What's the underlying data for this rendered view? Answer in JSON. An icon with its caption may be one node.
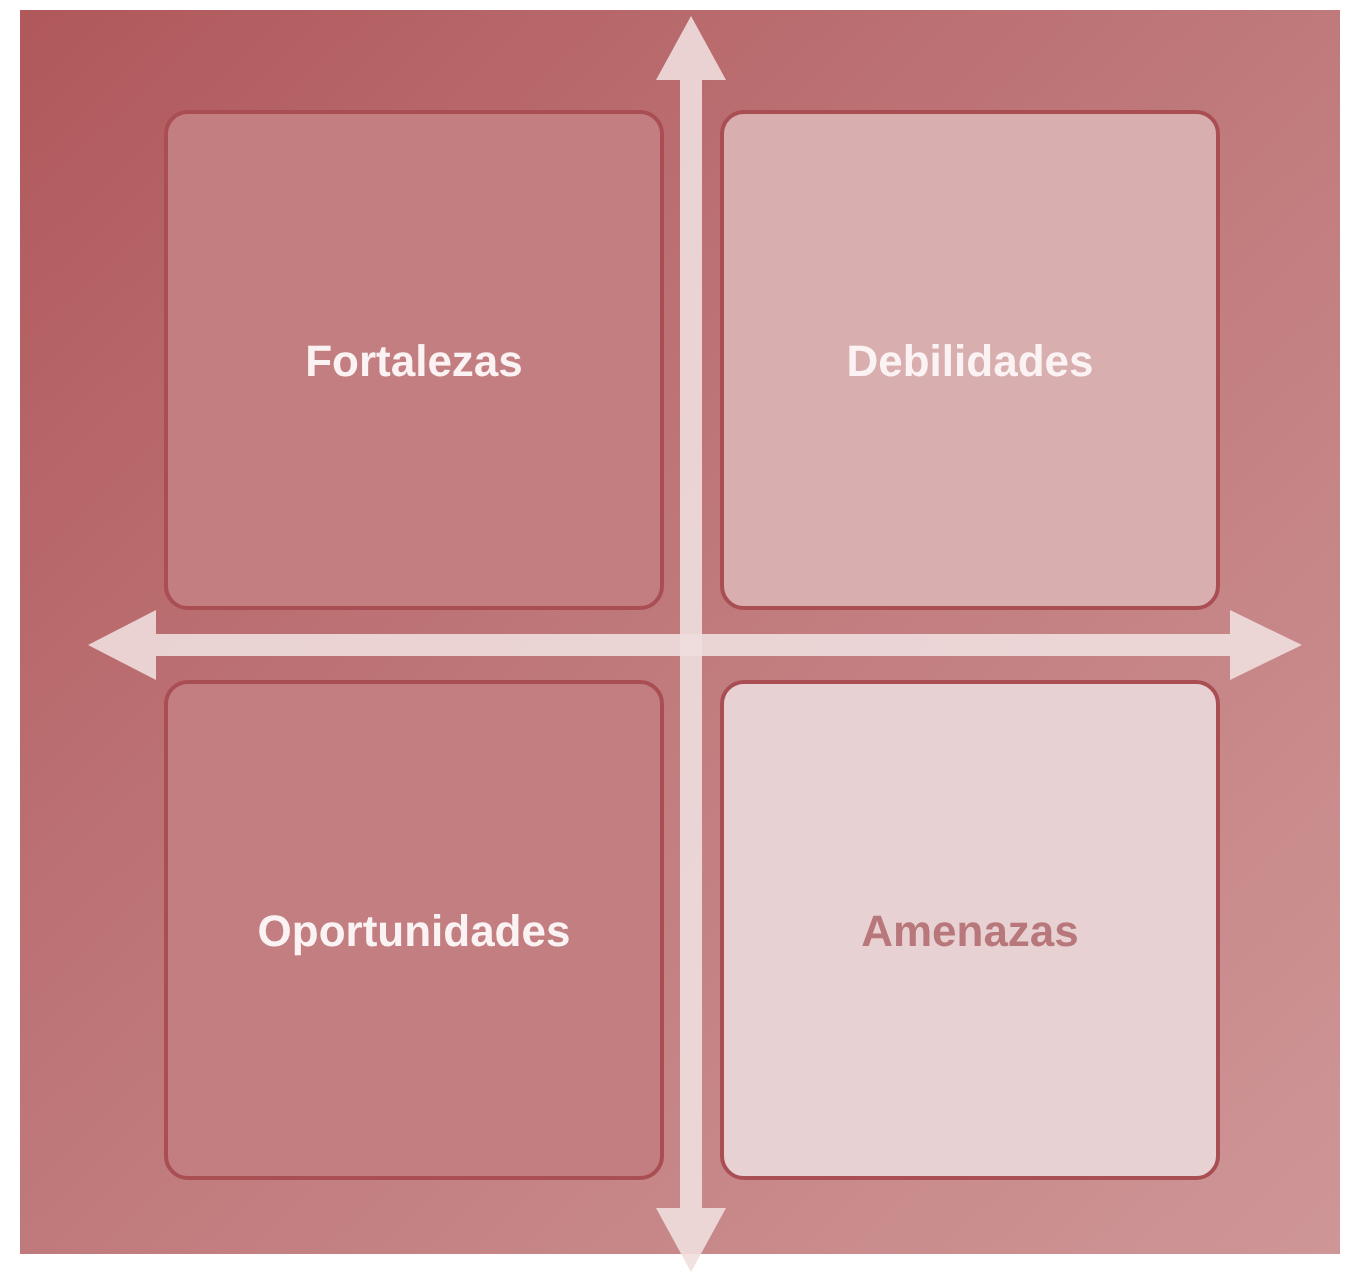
{
  "diagram": {
    "nodes": [
      {
        "text": [
          "Fortalezas"
        ]
      },
      {
        "text": [
          "Debilidades"
        ]
      },
      {
        "text": [
          "Oportunidades"
        ]
      },
      {
        "text": [
          "Amenazas"
        ]
      }
    ]
  }
}
